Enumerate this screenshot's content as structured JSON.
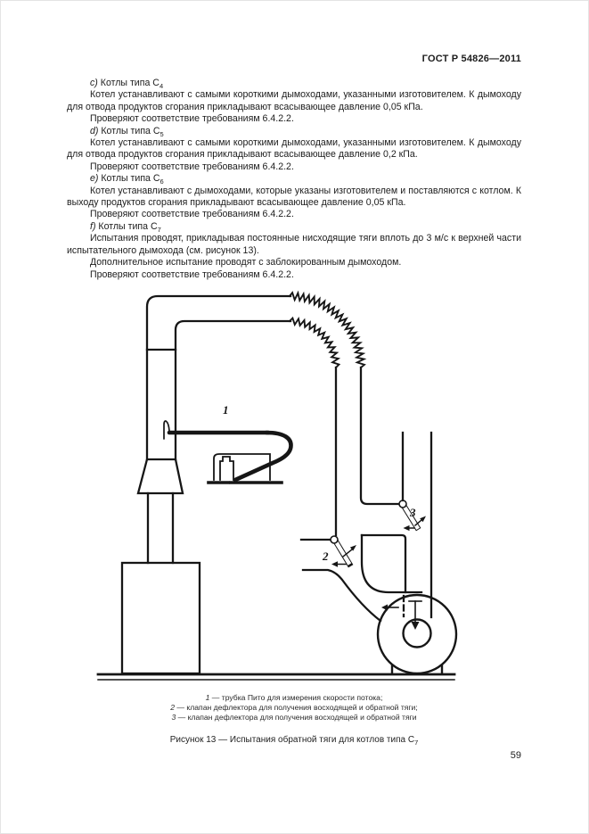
{
  "page": {
    "header": "ГОСТ Р 54826—2011",
    "page_number": "59"
  },
  "content": {
    "paragraphs": [
      {
        "type": "item",
        "letter": "c)",
        "text": " Котлы типа С",
        "sub": "4"
      },
      {
        "type": "body",
        "text": "Котел устанавливают с самыми короткими дымоходами, указанными изготовителем. К дымоходу для отвода продуктов сгорания прикладывают всасывающее давление 0,05 кПа."
      },
      {
        "type": "body",
        "text": "Проверяют соответствие требованиям 6.4.2.2."
      },
      {
        "type": "item",
        "letter": "d)",
        "text": " Котлы типа С",
        "sub": "5"
      },
      {
        "type": "body",
        "text": "Котел устанавливают с самыми короткими дымоходами, указанными изготовителем. К дымоходу для отвода продуктов сгорания прикладывают всасывающее давление 0,2 кПа."
      },
      {
        "type": "body",
        "text": "Проверяют соответствие требованиям 6.4.2.2."
      },
      {
        "type": "item",
        "letter": "e)",
        "text": " Котлы типа С",
        "sub": "6"
      },
      {
        "type": "body",
        "text": "Котел устанавливают с дымоходами, которые указаны изготовителем и поставляются с котлом. К выходу продуктов сгорания прикладывают всасывающее давление 0,05 кПа."
      },
      {
        "type": "body",
        "text": "Проверяют соответствие требованиям 6.4.2.2."
      },
      {
        "type": "item",
        "letter": "f)",
        "text": " Котлы типа С",
        "sub": "7"
      },
      {
        "type": "body",
        "text": "Испытания проводят, прикладывая постоянные нисходящие тяги вплоть до 3 м/с к верхней части испытательного дымохода (см. рисунок 13)."
      },
      {
        "type": "body",
        "text": "Дополнительное испытание проводят с заблокированным дымоходом."
      },
      {
        "type": "body",
        "text": "Проверяют соответствие требованиям 6.4.2.2."
      }
    ]
  },
  "figure": {
    "labels": {
      "pitot": "1",
      "valve2": "2",
      "valve3": "3"
    },
    "legend": [
      {
        "num": "1",
        "text": " — трубка Пито для измерения скорости потока;"
      },
      {
        "num": "2",
        "text": " — клапан дефлектора для получения восходящей и обратной тяги;"
      },
      {
        "num": "3",
        "text": " — клапан дефлектора для получения восходящей и обратной тяги"
      }
    ],
    "caption": {
      "text": "Рисунок 13 — Испытания обратной тяги для котлов типа С",
      "sub": "7"
    },
    "ink_color": "#161616"
  }
}
